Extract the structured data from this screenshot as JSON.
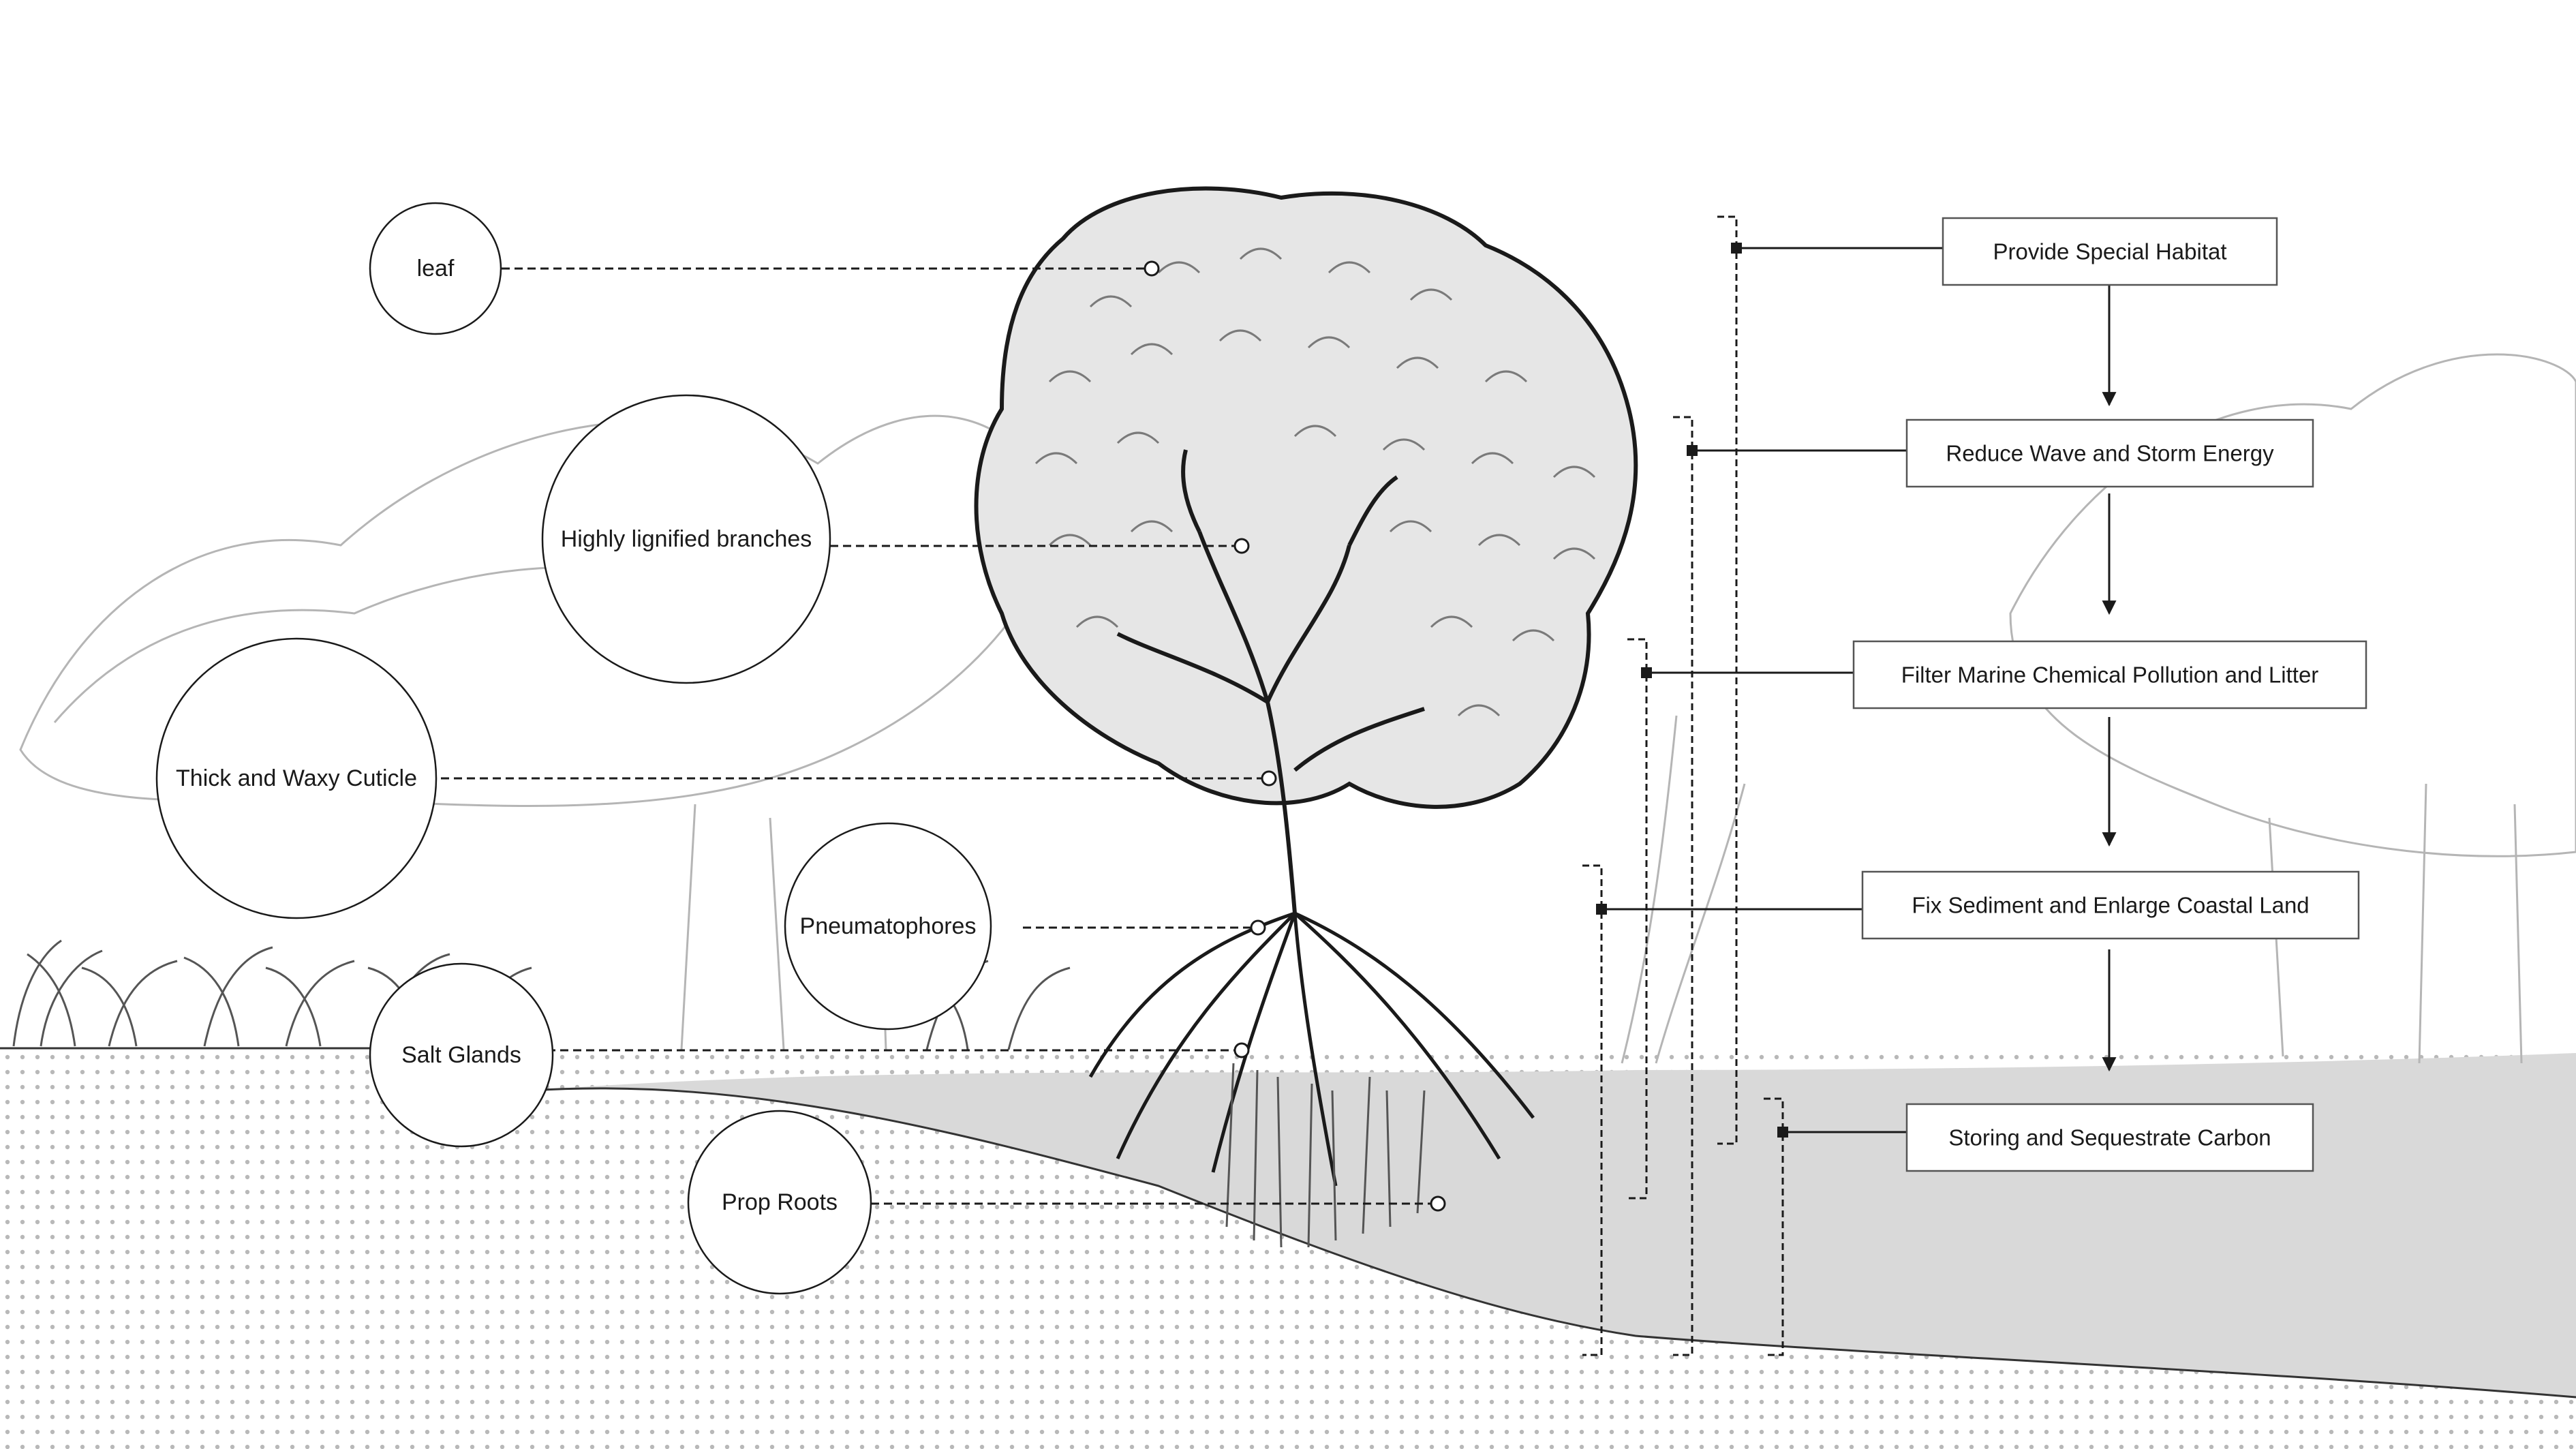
{
  "diagram": {
    "features": [
      {
        "id": "leaf",
        "label": "leaf"
      },
      {
        "id": "branches",
        "label": "Highly lignified branches"
      },
      {
        "id": "cuticle",
        "label": "Thick and Waxy Cuticle"
      },
      {
        "id": "pneumatophores",
        "label": "Pneumatophores"
      },
      {
        "id": "salt-glands",
        "label": "Salt Glands"
      },
      {
        "id": "prop-roots",
        "label": "Prop Roots"
      }
    ],
    "functions": [
      {
        "id": "habitat",
        "label": "Provide Special Habitat"
      },
      {
        "id": "wave",
        "label": "Reduce Wave and Storm Energy"
      },
      {
        "id": "filter",
        "label": "Filter Marine Chemical Pollution and Litter"
      },
      {
        "id": "sediment",
        "label": "Fix Sediment and Enlarge Coastal Land"
      },
      {
        "id": "carbon",
        "label": "Storing and Sequestrate Carbon"
      }
    ]
  },
  "colors": {
    "line": "#1a1a1a",
    "sketch": "#9a9a9a",
    "ground": "#d9d9d9",
    "dot": "#b8b8b8"
  }
}
